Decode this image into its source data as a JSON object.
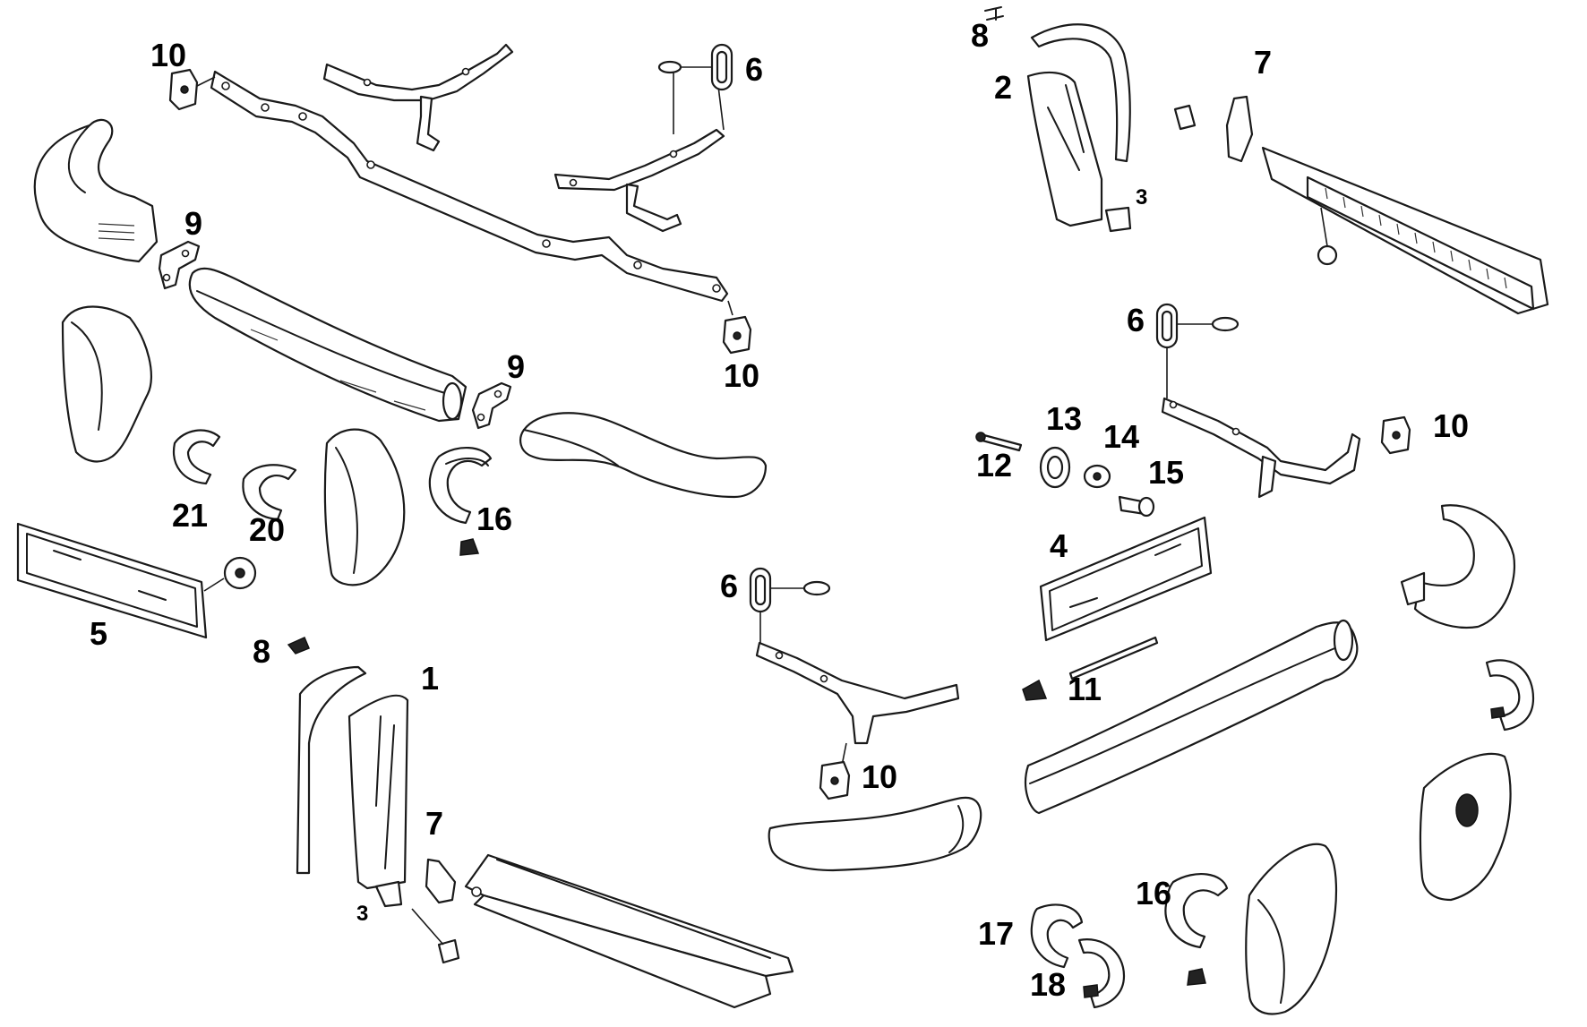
{
  "labels": {
    "l10a": "10",
    "l6a": "6",
    "l9a": "9",
    "l9b": "9",
    "l10b": "10",
    "l21": "21",
    "l20": "20",
    "l16a": "16",
    "l5": "5",
    "l8a": "8",
    "l1": "1",
    "l7a": "7",
    "l3a": "3",
    "l8b": "8",
    "l2": "2",
    "l3b": "3",
    "l7b": "7",
    "l6b": "6",
    "l10c": "10",
    "l13": "13",
    "l14": "14",
    "l12": "12",
    "l15": "15",
    "l4": "4",
    "l11": "11",
    "l6c": "6",
    "l10d": "10",
    "l16b": "16",
    "l17": "17",
    "l18": "18"
  }
}
